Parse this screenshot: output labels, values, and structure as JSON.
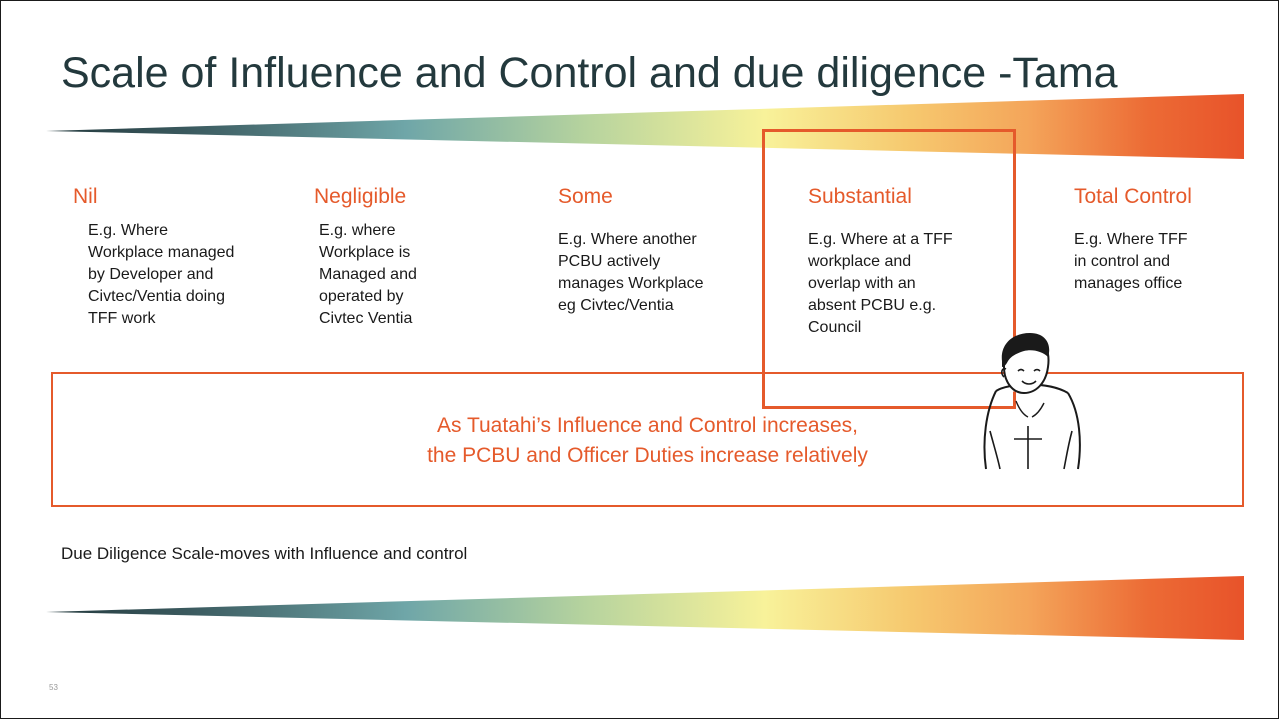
{
  "slide": {
    "title": "Scale of Influence and Control and due diligence -Tama",
    "columns": [
      {
        "heading": "Nil",
        "description": "E.g. Where\nWorkplace managed\nby Developer and\nCivtec/Ventia doing\nTFF work"
      },
      {
        "heading": "Negligible",
        "description": "E.g. where\nWorkplace is\nManaged and\noperated by\nCivtec Ventia"
      },
      {
        "heading": "Some",
        "description": "E.g. Where another\nPCBU actively\nmanages Workplace\neg Civtec/Ventia"
      },
      {
        "heading": "Substantial",
        "description": "E.g. Where at a TFF\nworkplace and\noverlap with an\nabsent PCBU e.g.\nCouncil"
      },
      {
        "heading": "Total Control",
        "description": "E.g. Where TFF\nin control and\nmanages office"
      }
    ],
    "message_line1": "As Tuatahi’s Influence and Control increases,",
    "message_line2": "the PCBU and Officer Duties increase relatively",
    "due_diligence_label": "Due Diligence Scale-moves with Influence and control",
    "slide_number": "53"
  },
  "colors": {
    "accent": "#e55a2b",
    "title": "#23393d",
    "gradient_start": "#23393d",
    "gradient_mid1": "#6fa6a8",
    "gradient_mid2": "#f8f29a",
    "gradient_mid3": "#f4a55a",
    "gradient_end": "#e8532a"
  },
  "icons": {
    "person": "person-hoodie-illustration"
  }
}
